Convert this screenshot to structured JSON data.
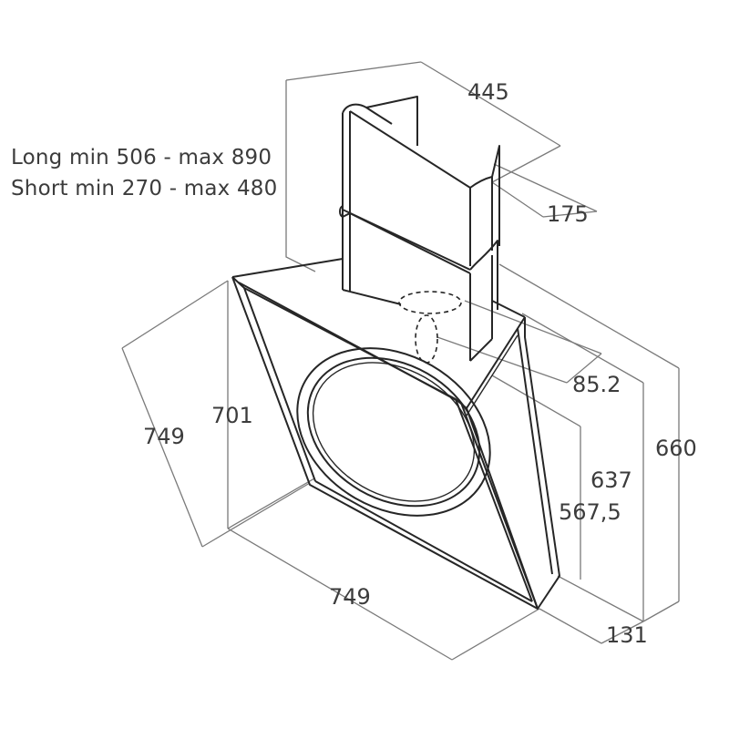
{
  "notes": {
    "long": "Long min 506 - max 890",
    "short": "Short min 270 - max 480"
  },
  "dimensions": {
    "chimney_width": "445",
    "chimney_depth": "175",
    "outlet_offset": "85.2",
    "total_height": "660",
    "height_637": "637",
    "height_567": "567,5",
    "glass_slant": "749",
    "glass_height": "701",
    "glass_width": "749",
    "body_depth": "131"
  },
  "colors": {
    "object_line": "#262626",
    "dimension_line": "#7a7a7a",
    "text": "#3c3c3c"
  }
}
